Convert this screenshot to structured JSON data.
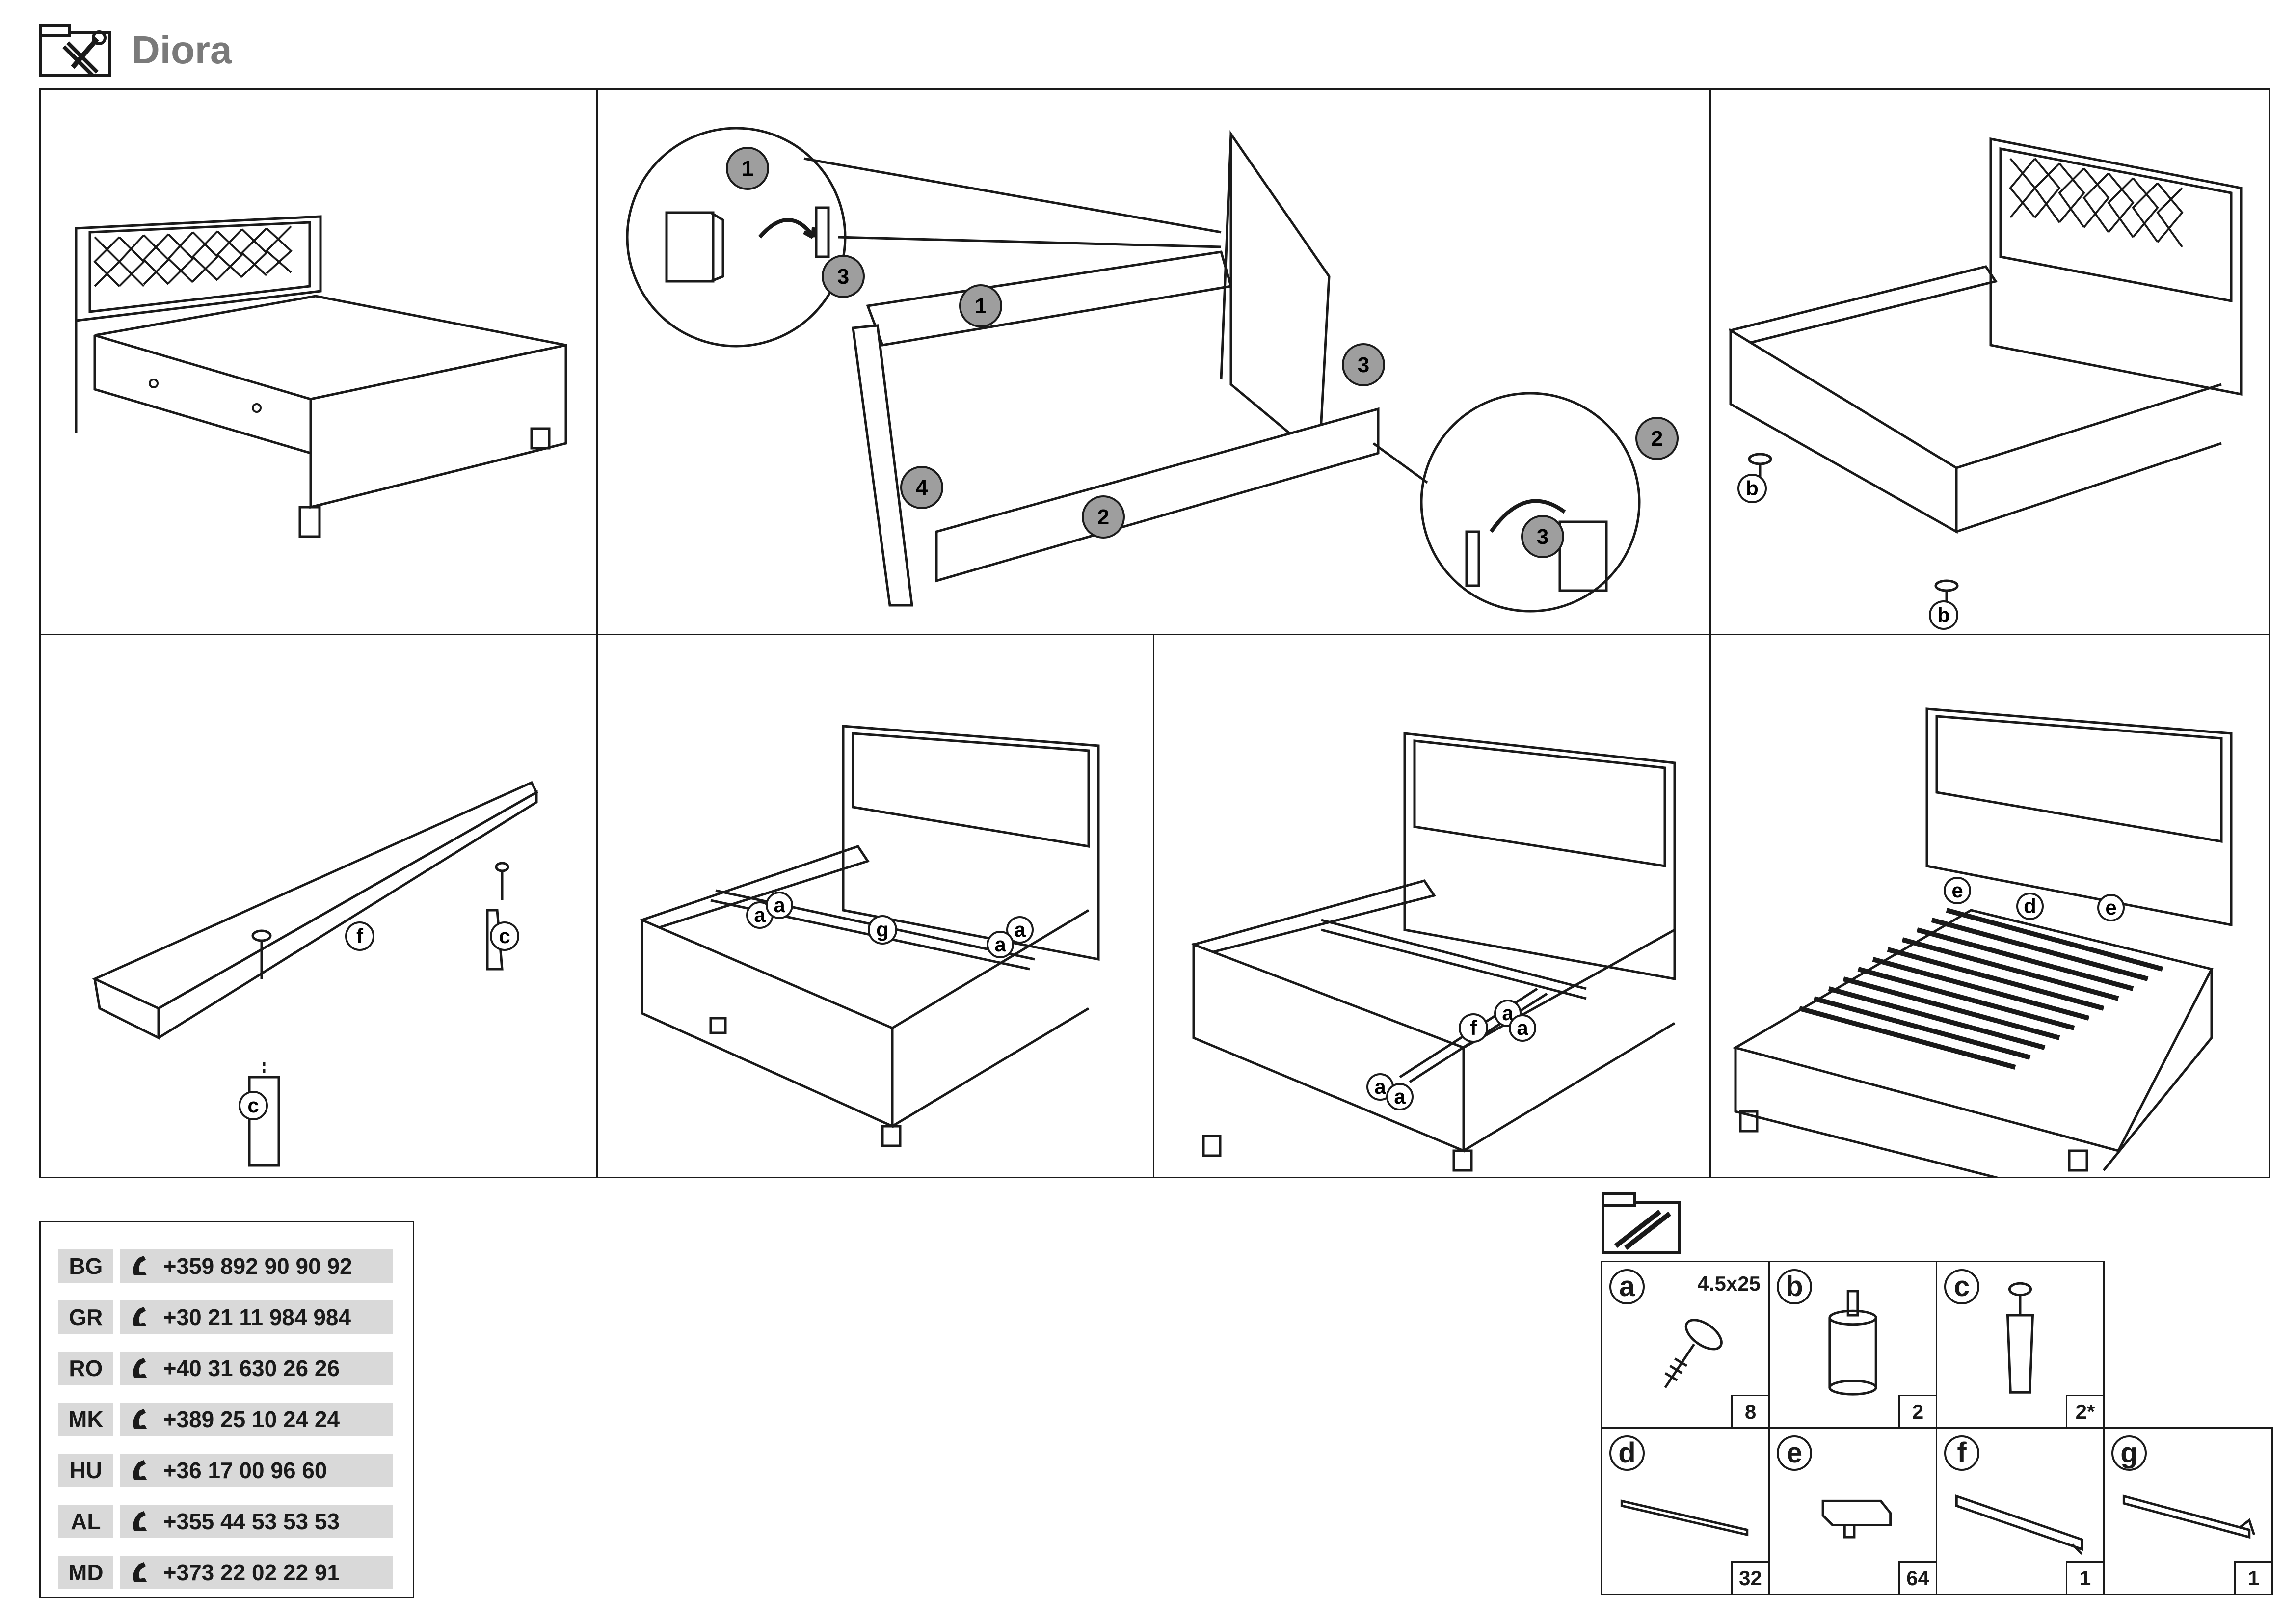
{
  "header": {
    "title": "Diora",
    "icon": "tools-icon"
  },
  "callouts": {
    "step1": "1",
    "step2": "2",
    "step3": "3",
    "step4": "4",
    "b": "b",
    "c": "c",
    "f": "f",
    "a": "a",
    "g": "g",
    "d": "d",
    "e": "e"
  },
  "contacts": [
    {
      "code": "BG",
      "phone": "+359 892 90 90 92"
    },
    {
      "code": "GR",
      "phone": "+30 21 11 984 984"
    },
    {
      "code": "RO",
      "phone": "+40 31 630 26 26"
    },
    {
      "code": "MK",
      "phone": "+389 25 10 24 24"
    },
    {
      "code": "HU",
      "phone": "+36 17 00 96 60"
    },
    {
      "code": "AL",
      "phone": "+355 44 53 53 53"
    },
    {
      "code": "MD",
      "phone": "+373 22 02 22 91"
    }
  ],
  "hardware": {
    "icon": "screws-icon",
    "parts": [
      {
        "letter": "a",
        "size": "4.5x25",
        "qty": "8"
      },
      {
        "letter": "b",
        "qty": "2"
      },
      {
        "letter": "c",
        "qty": "2*"
      },
      {
        "letter": "d",
        "qty": "32"
      },
      {
        "letter": "e",
        "qty": "64"
      },
      {
        "letter": "f",
        "qty": "1"
      },
      {
        "letter": "g",
        "qty": "1"
      }
    ]
  },
  "colors": {
    "line": "#1a1a1a",
    "callout_fill": "#9e9e9e",
    "label_bg": "#d9d9d9",
    "title": "#7a7a7a"
  }
}
